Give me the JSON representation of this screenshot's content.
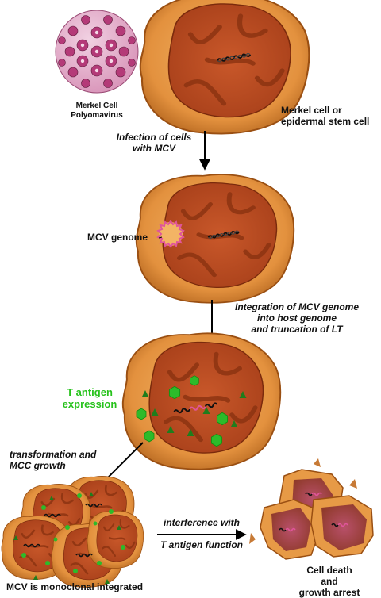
{
  "labels": {
    "virus": "Merkel Cell\nPolyomavirus",
    "host_cell": "Merkel cell or\nepidermal stem cell",
    "step_infection": "Infection of cells\nwith MCV",
    "mcv_genome": "MCV genome",
    "step_integration": "Integration of MCV genome\ninto host genome\nand truncation of LT",
    "t_antigen": "T antigen\nexpression",
    "step_transformation": "transformation and\nMCC growth",
    "monoclonal": "MCV is monoclonal integrated",
    "step_interference": "interference with\n\nT antigen function",
    "outcome": "Cell death\nand\ngrowth arrest"
  },
  "colors": {
    "cytoplasm": "#e79a46",
    "cytoplasm_edge": "#9a4f12",
    "nucleus": "#b94a1a",
    "nucleus_fold": "#8a3210",
    "viral_dna": "#e0559a",
    "host_dna": "#1a1a1a",
    "t_antigen": "#2dbb2a",
    "virion": "#b43a78"
  }
}
